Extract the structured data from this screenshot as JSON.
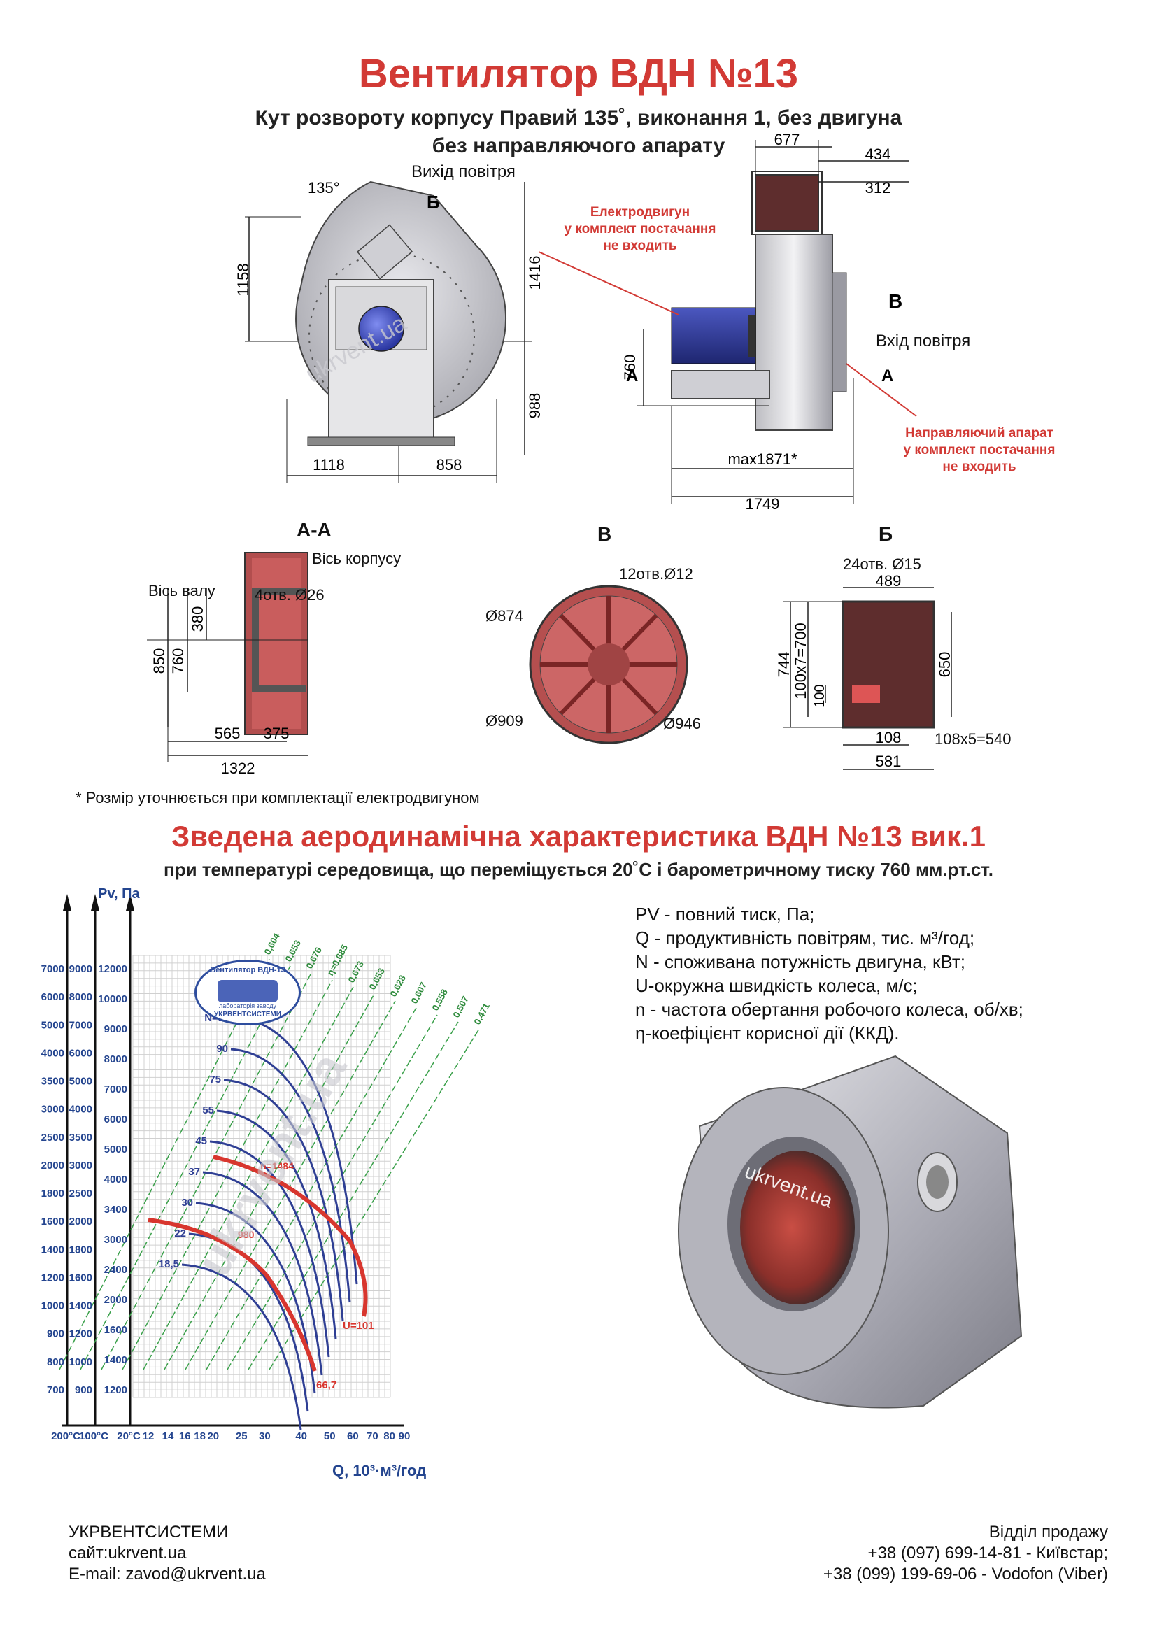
{
  "header": {
    "title": "Вентилятор  ВДН №13",
    "subtitle1": "Кут розвороту корпусу Правий 135˚, виконання 1, без двигуна",
    "subtitle2": "без направляючого апарату"
  },
  "drawing_front": {
    "outlet": "Вихід повітря",
    "angle": "135°",
    "view_b": "Б",
    "dims": {
      "h_top": "1158",
      "h_right": "1416",
      "h_bottom": "988",
      "w_left": "1118",
      "w_right": "858"
    }
  },
  "drawing_side": {
    "motor_note": [
      "Електродвигун",
      "у комплект постачання",
      "не входить"
    ],
    "guide_note": [
      "Направляючий апарат",
      "у комплект постачання",
      "не входить"
    ],
    "inlet": "Вхід повітря",
    "view_v": "В",
    "cut_a_left": "А",
    "cut_a_right": "А",
    "dims": {
      "w677": "677",
      "w434": "434",
      "w312": "312",
      "h760": "760",
      "max1871": "max1871*",
      "w1749": "1749"
    }
  },
  "section_aa": {
    "label": "А-А",
    "shaft_axis": "Вісь валу",
    "body_axis": "Вісь корпусу",
    "holes": "4отв. Ø26",
    "dims": {
      "h850": "850",
      "h760": "760",
      "h380": "380",
      "w565": "565",
      "w375": "375",
      "w1322": "1322"
    }
  },
  "section_v": {
    "label": "В",
    "holes": "12отв.Ø12",
    "d874": "Ø874",
    "d909": "Ø909",
    "d946": "Ø946"
  },
  "section_b": {
    "label": "Б",
    "holes": "24отв. Ø15",
    "dims": {
      "w489": "489",
      "h744": "744",
      "h700": "100х7=700",
      "h100": "100",
      "h650": "650",
      "w108": "108",
      "w540": "108х5=540",
      "w581": "581"
    }
  },
  "watermark": "ukrvent.ua",
  "footnote": "* Розмір уточнюється при комплектації електродвигуном",
  "chart_section": {
    "title": "Зведена аеродинамічна характеристика ВДН №13 вик.1",
    "subtitle": "при температурі середовища, що переміщується 20˚С і барометричному тиску 760 мм.рт.ст."
  },
  "legend": [
    "PV - повний тиск, Па;",
    "Q - продуктивність повітрям, тис. м³/год;",
    "N - споживана потужність двигуна, кВт;",
    "U-окружна швидкість колеса, м/с;",
    "n - частота обертання робочого колеса, об/хв;",
    "η-коефіцієнт корисної дії (ККД)."
  ],
  "stamp": {
    "line1": "Вентилятор ВДН-13",
    "line2": "лабораторія заводу",
    "line3": "УКРВЕНТСИСТЕМИ"
  },
  "chart_data": {
    "type": "line",
    "title": "",
    "ylabel": "Pv, Па",
    "xlabel": "Q, 10³·м³/год",
    "x_scale": "log",
    "y_scale": "log",
    "y_axes": [
      {
        "temp": "200°C",
        "ticks": [
          "700",
          "800",
          "900",
          "1000",
          "1200",
          "1400",
          "1600",
          "1800",
          "2000",
          "2500",
          "3000",
          "3500",
          "4000",
          "5000",
          "6000",
          "7000"
        ]
      },
      {
        "temp": "100°C",
        "ticks": [
          "900",
          "1000",
          "1200",
          "1400",
          "1600",
          "1800",
          "2000",
          "2500",
          "3000",
          "3500",
          "4000",
          "5000",
          "6000",
          "7000",
          "8000",
          "9000"
        ]
      },
      {
        "temp": "20°C",
        "ticks": [
          "1200",
          "1400",
          "1600",
          "2000",
          "2400",
          "3000",
          "3400",
          "4000",
          "5000",
          "6000",
          "7000",
          "8000",
          "9000",
          "10000",
          "12000"
        ]
      }
    ],
    "x_ticks": [
      "12",
      "14",
      "16",
      "18",
      "20",
      "25",
      "30",
      "40",
      "50",
      "60",
      "70",
      "80",
      "90"
    ],
    "x_axis_temps": [
      "200°C",
      "100°C",
      "20°C"
    ],
    "power_labels": [
      "N=110",
      "90",
      "75",
      "55",
      "45",
      "37",
      "30",
      "22",
      "18,5"
    ],
    "efficiency_labels": [
      "0,604",
      "0,653",
      "0,676",
      "η=0,685",
      "0,673",
      "0,653",
      "0,628",
      "0,607",
      "0,558",
      "0,507",
      "0,471"
    ],
    "red_curves": [
      {
        "label": "n=1484",
        "end_label": "U=101"
      },
      {
        "label": "980",
        "end_label": "66,7"
      }
    ]
  },
  "footer": {
    "company": "УКРВЕНТСИСТЕМИ",
    "site": "сайт:ukrvent.ua",
    "email": "E-mail: zavod@ukrvent.ua",
    "sales": "Відділ продажу",
    "phone1": "+38 (097) 699-14-81 - Київстар;",
    "phone2": "+38 (099) 199-69-06 - Vodofon (Viber)"
  }
}
